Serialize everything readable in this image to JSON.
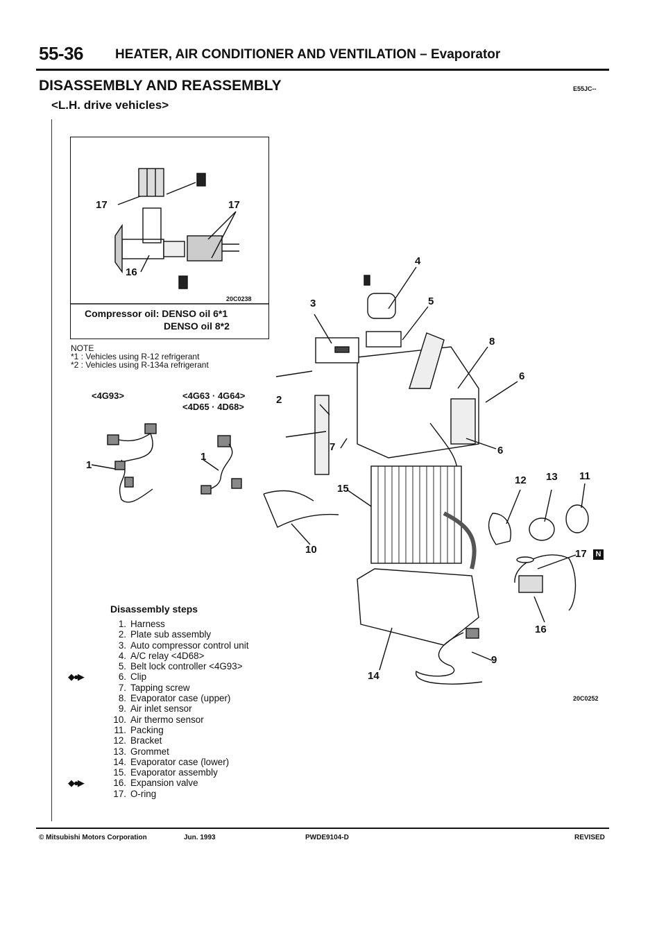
{
  "header": {
    "page_number": "55-36",
    "title": "HEATER, AIR CONDITIONER AND VENTILATION",
    "dash": "–",
    "subtitle": "Evaporator"
  },
  "section": {
    "title": "DISASSEMBLY AND REASSEMBLY",
    "code": "E55JC--",
    "subtitle": "<L.H. drive vehicles>"
  },
  "inset": {
    "labels": [
      "17",
      "17",
      "16"
    ],
    "code": "20C0238",
    "oil_line1": "Compressor oil: DENSO oil 6*1",
    "oil_line2": "DENSO oil 8*2"
  },
  "note": {
    "heading": "NOTE",
    "line1": "*1 : Vehicles using R-12 refrigerant",
    "line2": "*2 : Vehicles using R-134a refrigerant"
  },
  "engines": {
    "left": "<4G93>",
    "right_line1": "<4G63 · 4G64>",
    "right_line2": "<4D65 · 4D68>"
  },
  "diagram": {
    "callouts": [
      "1",
      "1",
      "2",
      "3",
      "4",
      "5",
      "6",
      "6",
      "7",
      "8",
      "9",
      "10",
      "11",
      "12",
      "13",
      "14",
      "15",
      "16",
      "17"
    ],
    "code": "20C0252"
  },
  "steps": {
    "title": "Disassembly steps",
    "items": [
      {
        "num": "1.",
        "text": "Harness"
      },
      {
        "num": "2.",
        "text": "Plate sub assembly"
      },
      {
        "num": "3.",
        "text": "Auto compressor control unit"
      },
      {
        "num": "4.",
        "text": "A/C relay <4D68>"
      },
      {
        "num": "5.",
        "text": "Belt lock controller <4G93>"
      },
      {
        "num": "6.",
        "text": "Clip"
      },
      {
        "num": "7.",
        "text": "Tapping screw"
      },
      {
        "num": "8.",
        "text": "Evaporator case (upper)"
      },
      {
        "num": "9.",
        "text": "Air inlet sensor"
      },
      {
        "num": "10.",
        "text": "Air thermo sensor"
      },
      {
        "num": "11.",
        "text": "Packing"
      },
      {
        "num": "12.",
        "text": "Bracket"
      },
      {
        "num": "13.",
        "text": "Grommet"
      },
      {
        "num": "14.",
        "text": "Evaporator case (lower)"
      },
      {
        "num": "15.",
        "text": "Evaporator assembly"
      },
      {
        "num": "16.",
        "text": "Expansion valve"
      },
      {
        "num": "17.",
        "text": "O-ring"
      }
    ],
    "marker": "◆●▶"
  },
  "footer": {
    "copyright": "© Mitsubishi Motors Corporation",
    "date": "Jun. 1993",
    "doc_code": "PWDE9104-D",
    "status": "REVISED"
  }
}
